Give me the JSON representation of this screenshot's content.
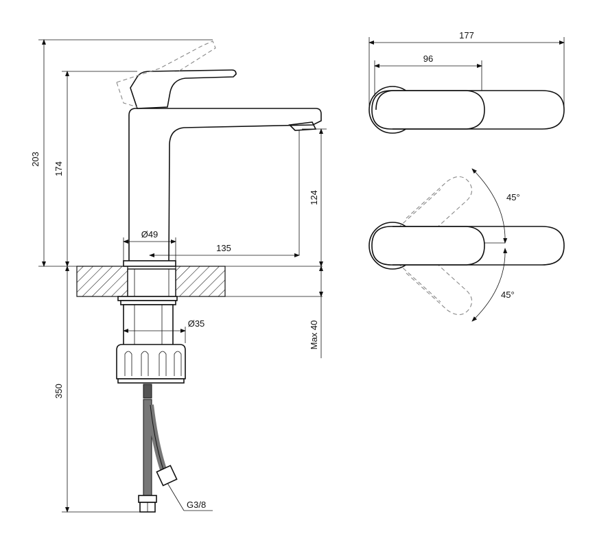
{
  "drawing": {
    "side_view": {
      "dim_total_height": "203",
      "dim_spout_height": "174",
      "dim_outlet_height": "124",
      "dim_base_diameter": "Ø49",
      "dim_spout_reach": "135",
      "dim_hose_diameter": "Ø35",
      "dim_max_counter": "Max 40",
      "dim_hose_length": "350",
      "thread_label": "G3/8"
    },
    "top_view": {
      "dim_overall_length": "177",
      "dim_lever_length": "96"
    },
    "rotation_view": {
      "angle_upper": "45°",
      "angle_lower": "45°"
    }
  }
}
